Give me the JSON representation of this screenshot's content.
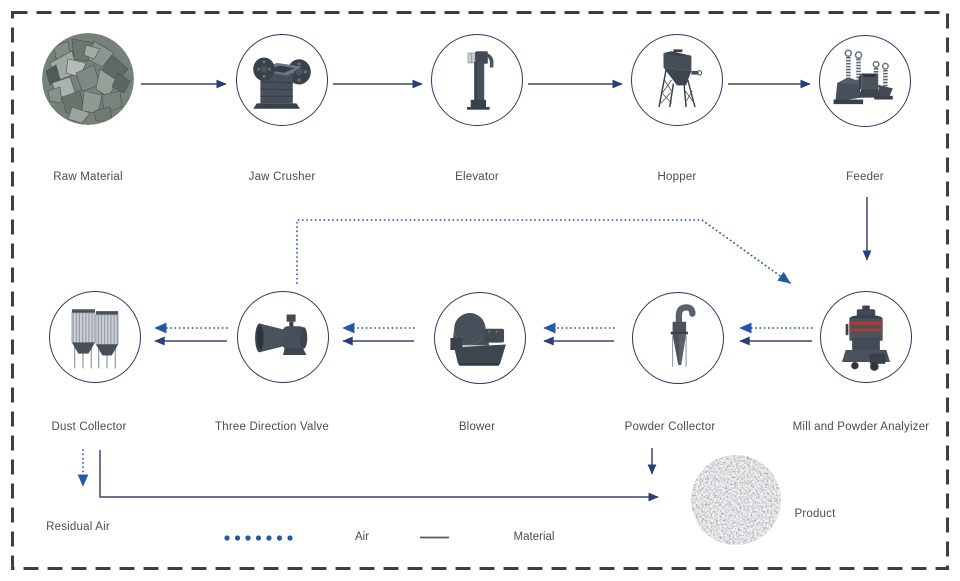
{
  "stations": {
    "top": [
      {
        "label": "Raw Material",
        "icon": "raw-rocks-photo"
      },
      {
        "label": "Jaw Crusher",
        "icon": "jaw-crusher-machine"
      },
      {
        "label": "Elevator",
        "icon": "bucket-elevator-machine"
      },
      {
        "label": "Hopper",
        "icon": "hopper-bin-machine"
      },
      {
        "label": "Feeder",
        "icon": "vibrating-feeder-machine"
      }
    ],
    "bottom": [
      {
        "label": "Dust Collector",
        "icon": "dust-collector-machine"
      },
      {
        "label": "Three Direction Valve",
        "icon": "three-direction-valve-machine"
      },
      {
        "label": "Blower",
        "icon": "blower-machine"
      },
      {
        "label": "Powder Collector",
        "icon": "cyclone-powder-collector-machine"
      },
      {
        "label": "Mill and Powder Analyizer",
        "icon": "grinding-mill-machine"
      }
    ]
  },
  "outputs": {
    "residual_air": "Residual Air",
    "product": "Product",
    "product_icon": "powder-texture-photo"
  },
  "legend": {
    "air": "Air",
    "material": "Material"
  },
  "colors": {
    "air_line": "#2458a6",
    "material_line": "#3a4670",
    "machine_body": "#4a535d",
    "machine_dark": "#39414a",
    "mill_ring_red": "#b23a2c",
    "frame_border": "#3f3f3f",
    "label_text": "#4c4c4c",
    "legend_line": "#5a5a5a"
  }
}
